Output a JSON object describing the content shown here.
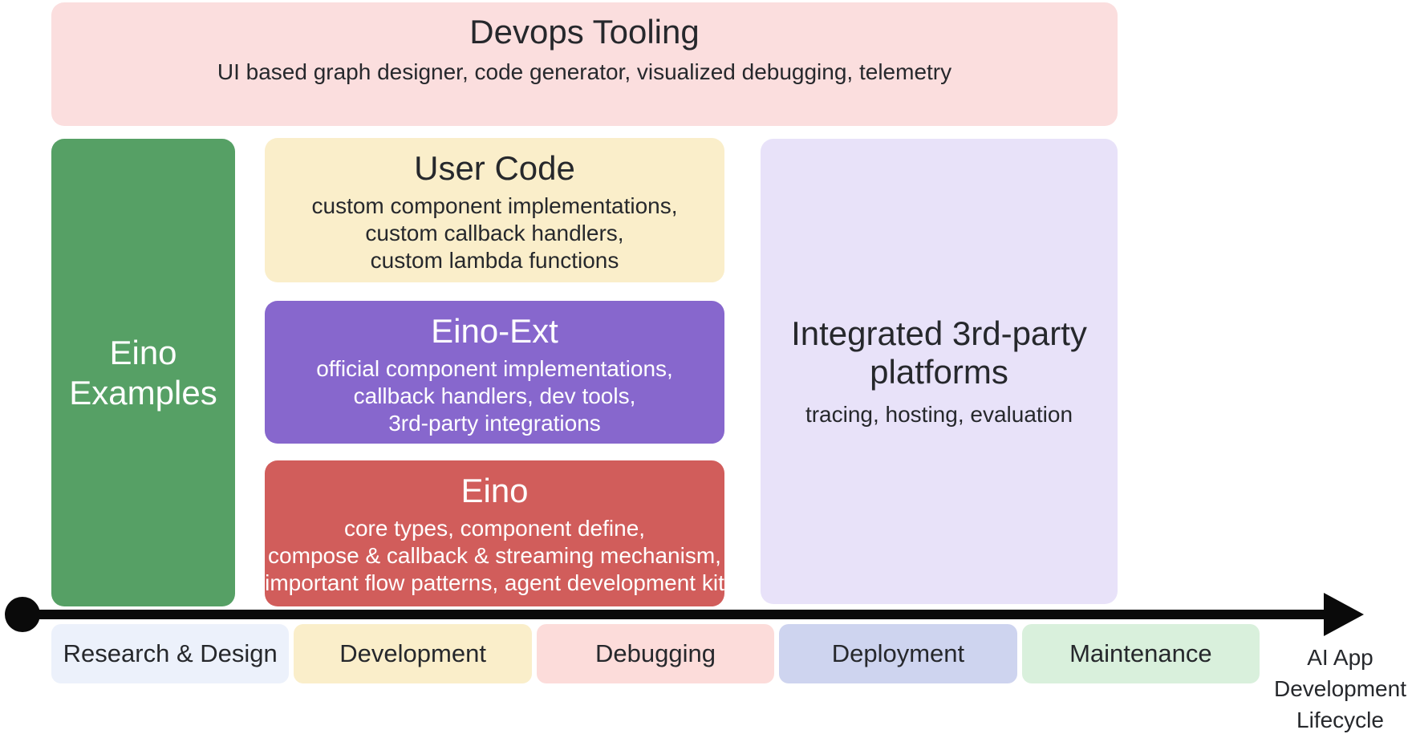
{
  "colors": {
    "devops_pink": "#fbdede",
    "examples_green": "#56a065",
    "user_code_yellow": "#faeeca",
    "eino_ext_purple": "#8767cd",
    "eino_red": "#d15d5b",
    "platforms_lavender": "#e8e2f9",
    "stage_research": "#ecf1fb",
    "stage_development": "#faeeca",
    "stage_debugging": "#fcdcda",
    "stage_deployment": "#ced4ef",
    "stage_maintenance": "#d9f0dc",
    "arrow_black": "#0a0a0a",
    "text_dark": "#26282c",
    "text_light": "#ffffff"
  },
  "devops": {
    "title": "Devops Tooling",
    "subtitle": "UI based graph designer, code generator, visualized debugging, telemetry"
  },
  "examples": {
    "line1": "Eino",
    "line2": "Examples"
  },
  "user_code": {
    "title": "User Code",
    "lines": [
      "custom component implementations,",
      "custom callback handlers,",
      "custom lambda functions"
    ]
  },
  "eino_ext": {
    "title": "Eino-Ext",
    "lines": [
      "official component implementations,",
      "callback handlers, dev tools,",
      "3rd-party integrations"
    ]
  },
  "eino": {
    "title": "Eino",
    "lines": [
      "core types, component define,",
      "compose & callback & streaming mechanism,",
      "important flow patterns, agent development kit"
    ]
  },
  "platforms": {
    "title_line1": "Integrated 3rd-party",
    "title_line2": "platforms",
    "subtitle": "tracing, hosting, evaluation"
  },
  "stages": [
    {
      "label": "Research & Design"
    },
    {
      "label": "Development"
    },
    {
      "label": "Debugging"
    },
    {
      "label": "Deployment"
    },
    {
      "label": "Maintenance"
    }
  ],
  "lifecycle": {
    "line1": "AI App",
    "line2": "Development",
    "line3": "Lifecycle"
  }
}
